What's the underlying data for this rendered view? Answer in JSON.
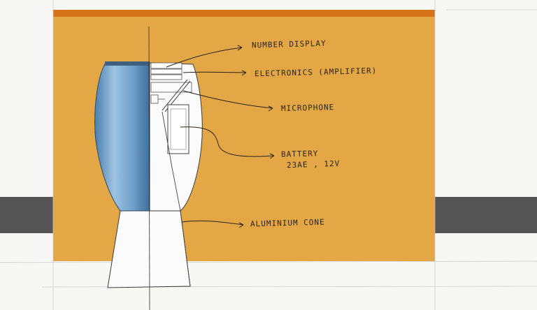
{
  "colors": {
    "background": "#f7f7f5",
    "orange_panel": "#e4a745",
    "orange_strip": "#d4731a",
    "gray_band": "#555555",
    "body_blue": "#6e9fc8",
    "body_blue_light": "#b9d4ea",
    "cutaway_white": "#fbfbfb",
    "ink": "#2a241c"
  },
  "callouts": {
    "number_display": "NUMBER DISPLAY",
    "electronics": "ELECTRONICS (AMPLIFIER)",
    "microphone": "MICROPHONE",
    "battery": "BATTERY",
    "battery_spec": "23AE , 12V",
    "aluminium_cone": "ALUMINIUM CONE"
  }
}
